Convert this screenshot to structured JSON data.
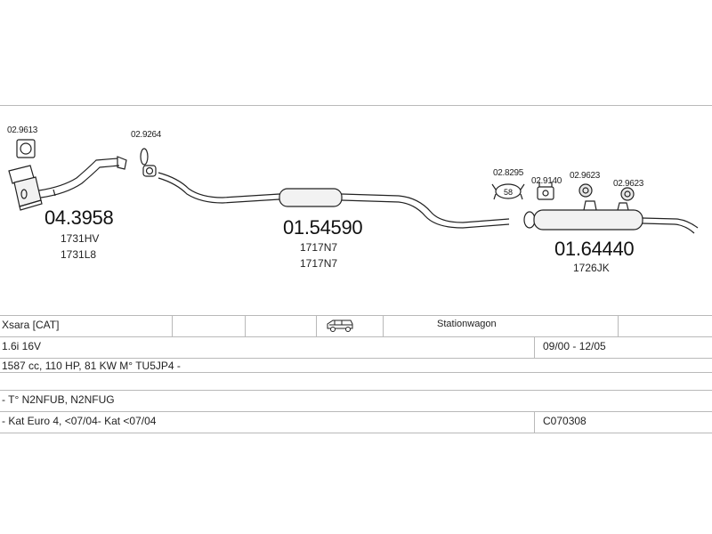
{
  "parts": {
    "clamp_front": "02.9613",
    "clamp_mid": "02.9264",
    "catalyst": {
      "number": "04.3958",
      "codes": [
        "1731HV",
        "1731L8"
      ]
    },
    "middle_silencer": {
      "number": "01.54590",
      "codes": [
        "1717N7",
        "1717N7"
      ]
    },
    "rear_silencer": {
      "number": "01.64440",
      "codes": [
        "1726JK"
      ]
    },
    "mount_1": "02.8295",
    "mount_1_badge": "58",
    "mount_2": "02.9140",
    "mount_3": "02.9623",
    "mount_4": "02.9623"
  },
  "spec": {
    "model": "Xsara  [CAT]",
    "body": "Stationwagon",
    "engine": "1.6i 16V",
    "period": "09/00 - 12/05",
    "details": "1587 cc, 110 HP, 81 KW M° TU5JP4 -",
    "engine_codes": "- T° N2NFUB, N2NFUG",
    "kat": "- Kat Euro 4, <07/04- Kat <07/04",
    "ref": "C070308"
  },
  "icons": {
    "vehicle": "station-wagon-icon"
  }
}
